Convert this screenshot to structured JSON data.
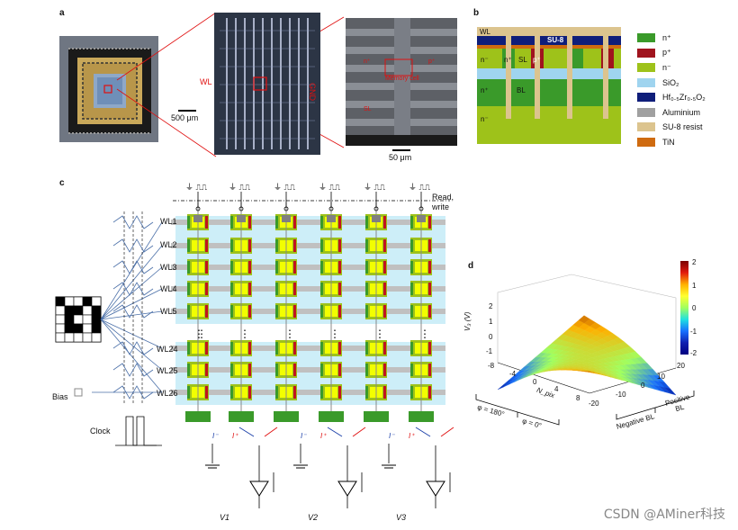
{
  "panels": {
    "a": {
      "letter": "a",
      "scale_left": "500 μm",
      "label_wl": "WL",
      "label_gnd": "GND",
      "sem_labels": [
        "n⁺",
        "p⁺",
        "Memory cell",
        "SL"
      ],
      "scale_right": "50 μm"
    },
    "b": {
      "letter": "b",
      "cross_labels": [
        "WL",
        "SU-8",
        "n⁻",
        "n⁺",
        "SL",
        "p⁺",
        "n⁺",
        "BL",
        "n⁻"
      ],
      "legend": [
        {
          "label": "n⁺",
          "color": "#3a9a2a"
        },
        {
          "label": "p⁺",
          "color": "#a0141e"
        },
        {
          "label": "n⁻",
          "color": "#9ec21a"
        },
        {
          "label": "SiO₂",
          "color": "#9fd4ef"
        },
        {
          "label": "Hf₀.₅Zr₀.₅O₂",
          "color": "#0f1e7a"
        },
        {
          "label": "Aluminium",
          "color": "#a0a0a0"
        },
        {
          "label": "SU-8 resist",
          "color": "#dcc48e"
        },
        {
          "label": "TiN",
          "color": "#cf6b10"
        }
      ]
    },
    "c": {
      "letter": "c",
      "read_write": [
        "Read,",
        "write"
      ],
      "word_lines": [
        "WL1",
        "WL2",
        "WL3",
        "WL4",
        "WL5",
        "WL24",
        "WL25",
        "WL26"
      ],
      "bias_label": "Bias",
      "clock_label": "Clock",
      "outputs": [
        "V1",
        "V2",
        "V3"
      ],
      "currents": [
        "I⁻",
        "I⁺"
      ],
      "ellipsis": "⋮"
    },
    "d": {
      "letter": "d",
      "zlabel": "V₃ (V)",
      "ztick": [
        "2",
        "1",
        "0",
        "-1"
      ],
      "xlabel": "N_pix",
      "xticks": [
        "-8",
        "-4",
        "0",
        "4",
        "8"
      ],
      "yticks": [
        "20",
        "10",
        "0",
        "-10",
        "-20"
      ],
      "bracket_left": [
        "φ = 180°",
        "φ = 0°"
      ],
      "bracket_right": [
        "Negative BL",
        "Positive BL"
      ],
      "colorbar": [
        "2",
        "1",
        "0",
        "-1",
        "-2"
      ]
    }
  },
  "watermark": "CSDN @AMiner科技"
}
